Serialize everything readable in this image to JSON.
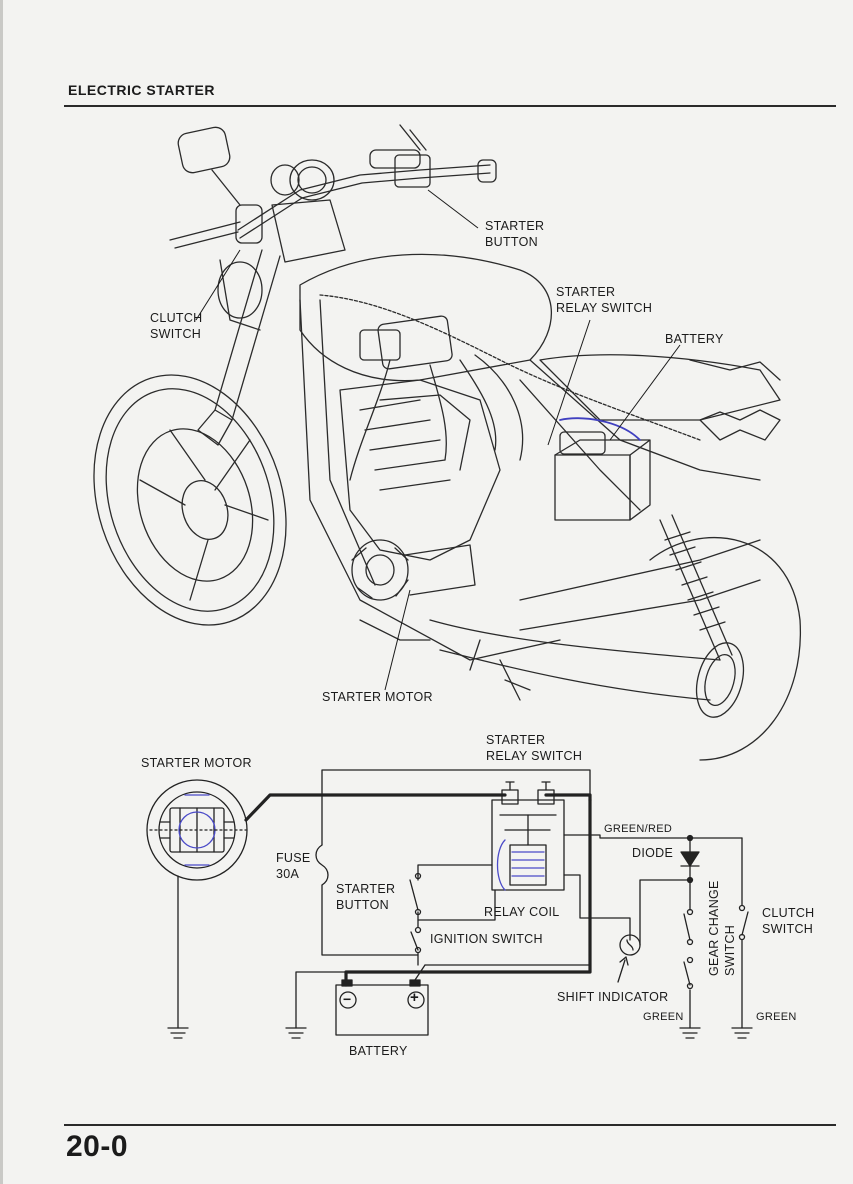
{
  "header": {
    "title": "ELECTRIC STARTER"
  },
  "page_number": "20-0",
  "illustration": {
    "labels": {
      "starter_button_1": "STARTER",
      "starter_button_2": "BUTTON",
      "clutch_switch_1": "CLUTCH",
      "clutch_switch_2": "SWITCH",
      "relay_switch_1": "STARTER",
      "relay_switch_2": "RELAY SWITCH",
      "battery": "BATTERY",
      "starter_motor": "STARTER MOTOR"
    }
  },
  "schematic": {
    "labels": {
      "starter_motor": "STARTER MOTOR",
      "relay_switch_1": "STARTER",
      "relay_switch_2": "RELAY SWITCH",
      "fuse_1": "FUSE",
      "fuse_2": "30A",
      "starter_button_1": "STARTER",
      "starter_button_2": "BUTTON",
      "relay_coil": "RELAY COIL",
      "ignition_switch": "IGNITION SWITCH",
      "green_red": "GREEN/RED",
      "diode": "DIODE",
      "gear_change_switch_1": "GEAR CHANGE",
      "gear_change_switch_2": "SWITCH",
      "clutch_switch_1": "CLUTCH",
      "clutch_switch_2": "SWITCH",
      "shift_indicator": "SHIFT INDICATOR",
      "green_1": "GREEN",
      "green_2": "GREEN",
      "battery": "BATTERY",
      "battery_minus": "−",
      "battery_plus": "+"
    }
  }
}
